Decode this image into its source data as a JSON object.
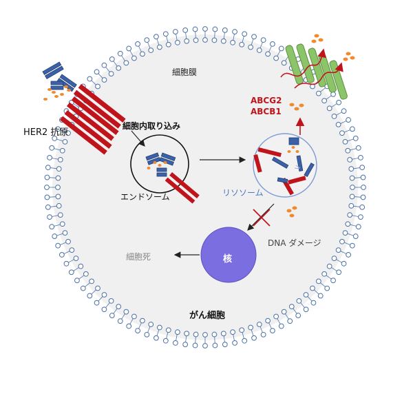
{
  "labels": {
    "membrane": "細胞膜",
    "her2_antigen": "HER2 抗原",
    "internalization": "細胞内取り込み",
    "endosome": "エンドソーム",
    "lysosome": "リソソーム",
    "abcg2": "ABCG2",
    "abcb1": "ABCB1",
    "dna_damage": "DNA ダメージ",
    "cell_death": "細胞死",
    "nucleus": "核",
    "cancer_cell": "がん細胞"
  },
  "colors": {
    "membrane_head": "#4a6fa5",
    "cell_fill": "#f0f0f0",
    "receptor_red": "#c0141c",
    "antibody_blue": "#3b62a8",
    "drug_orange": "#f08a2c",
    "transporter_green": "#8cc46a",
    "nucleus_purple": "#7b6ee0",
    "lysosome_blue": "#7a9bd6",
    "death_grey": "#888888"
  },
  "icons": [
    "antibody-drug-conjugate-icon",
    "her2-receptor-icon",
    "transporter-icon",
    "payload-drug-icon",
    "block-cross-icon"
  ]
}
